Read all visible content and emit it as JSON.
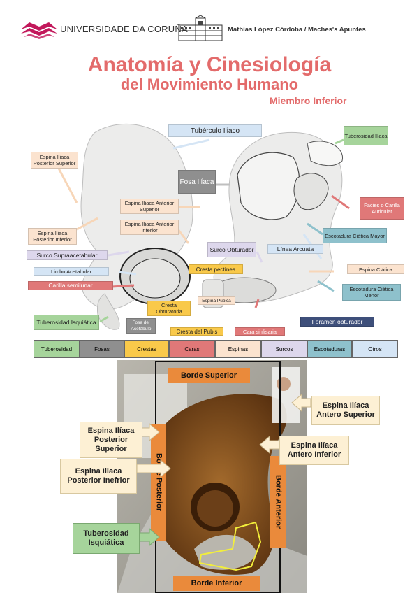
{
  "header": {
    "university": "UNIVERSIDADE DA CORUÑA",
    "author": "Mathías López Córdoba / Maches's Apuntes",
    "title_line1": "Anatomía y Cinesiología",
    "title_line2": "del Movimiento Humano",
    "subtitle": "Miembro Inferior"
  },
  "diagram_labels": {
    "tuberculo_iliaco": "Tubérculo Iliaco",
    "tuberosidad_iliaca": "Tuberosidad Iliaca",
    "espina_iliaca_posterior_superior": "Espina Iliaca Posterior Superior",
    "fosa_iliaca": "Fosa Ilíaca",
    "espina_iliaca_anterior_superior": "Espina Iliaca Anterior Superior",
    "espina_iliaca_anterior_inferior": "Espina Iliaca Anterior Inferior",
    "facies_carilla_auricular": "Facies o Carilla Auricular",
    "espina_iliaca_posterior_inferior": "Espina Iliaca Posterior Inferior",
    "escotadura_ciatica_mayor": "Escotadura Ciática Mayor",
    "surco_obturador": "Surco Obturador",
    "linea_arcuata": "Línea Arcuata",
    "surco_supraacetabular": "Surco Supraacetabular",
    "limbo_acetabular": "Limbo Acetabular",
    "cresta_pectinea": "Cresta pectínea",
    "espina_ciatica": "Espina Ciática",
    "carilla_semilunar": "Carilla semilunar",
    "escotadura_ciatica_menor": "Escotadura Ciática Menor",
    "cresta_obturatoria": "Cresta Obturatoria",
    "espina_pubica": "Espina Púbica",
    "tuberosidad_isquiatica": "Tuberosidad Isquiática",
    "fosa_acetabulo": "Fosa del Acetábulo",
    "cresta_pubis": "Cresta del Pubis",
    "cara_sinfisaria": "Cara sinfisaria",
    "foramen_obturador": "Foramen obturador"
  },
  "legend": [
    "Tuberosidad",
    "Fosas",
    "Crestas",
    "Caras",
    "Espinas",
    "Surcos",
    "Escotaduras",
    "Otros"
  ],
  "legend_colors": [
    "#a6d49b",
    "#8f8f8f",
    "#f9c94a",
    "#e07878",
    "#fbe3cf",
    "#ddd7ec",
    "#8ec1cc",
    "#d5e5f5"
  ],
  "photo_labels": {
    "borde_superior": "Borde Superior",
    "borde_inferior": "Borde Inferior",
    "borde_posterior": "Borde Posterior",
    "borde_anterior": "Borde Anterior",
    "espina_antero_superior": "Espina Ilíaca Antero Superior",
    "espina_antero_inferior": "Espina Ilíaca Antero Inferior",
    "espina_posterior_superior": "Espina Ilíaca Posterior Superior",
    "espina_posterior_inferior": "Espina Iliaca Posterior Inefrior",
    "tuberosidad_isquiatica": "Tuberosidad Isquiática"
  }
}
